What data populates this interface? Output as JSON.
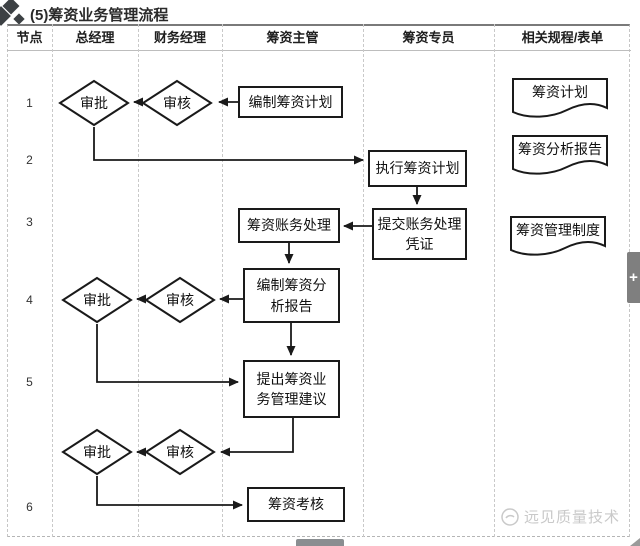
{
  "page": {
    "title": "(5)筹资业务管理流程",
    "watermark_text": "远见质量技术",
    "plus_button_label": "+"
  },
  "table": {
    "headers": [
      {
        "label": "节点"
      },
      {
        "label": "总经理"
      },
      {
        "label": "财务经理"
      },
      {
        "label": "筹资主管"
      },
      {
        "label": "筹资专员"
      },
      {
        "label": "相关规程/表单"
      }
    ],
    "nodes": [
      {
        "label": "1"
      },
      {
        "label": "2"
      },
      {
        "label": "3"
      },
      {
        "label": "4"
      },
      {
        "label": "5"
      },
      {
        "label": "6"
      }
    ]
  },
  "flowchart": {
    "steps": [
      {
        "label": "编制筹资计划"
      },
      {
        "label": "执行筹资计划"
      },
      {
        "label": "筹资账务处理"
      },
      {
        "label": "提交账务处理\n凭证"
      },
      {
        "label": "编制筹资分\n析报告"
      },
      {
        "label": "提出筹资业\n务管理建议"
      },
      {
        "label": "筹资考核"
      }
    ],
    "decisions": [
      {
        "label": "审批"
      },
      {
        "label": "审核"
      },
      {
        "label": "审批"
      },
      {
        "label": "审核"
      },
      {
        "label": "审批"
      },
      {
        "label": "审核"
      }
    ],
    "documents": [
      {
        "label": "筹资计划"
      },
      {
        "label": "筹资分析报告"
      },
      {
        "label": "筹资管理制度"
      }
    ]
  },
  "colors": {
    "shape_border": "#1a1a1a",
    "grid_line": "#c9c9c9",
    "header_top_border": "#7a7a7a",
    "floating_button_bg": "#7f7f7f",
    "watermark": "#c9c9c9",
    "logo": "#3d4144"
  }
}
